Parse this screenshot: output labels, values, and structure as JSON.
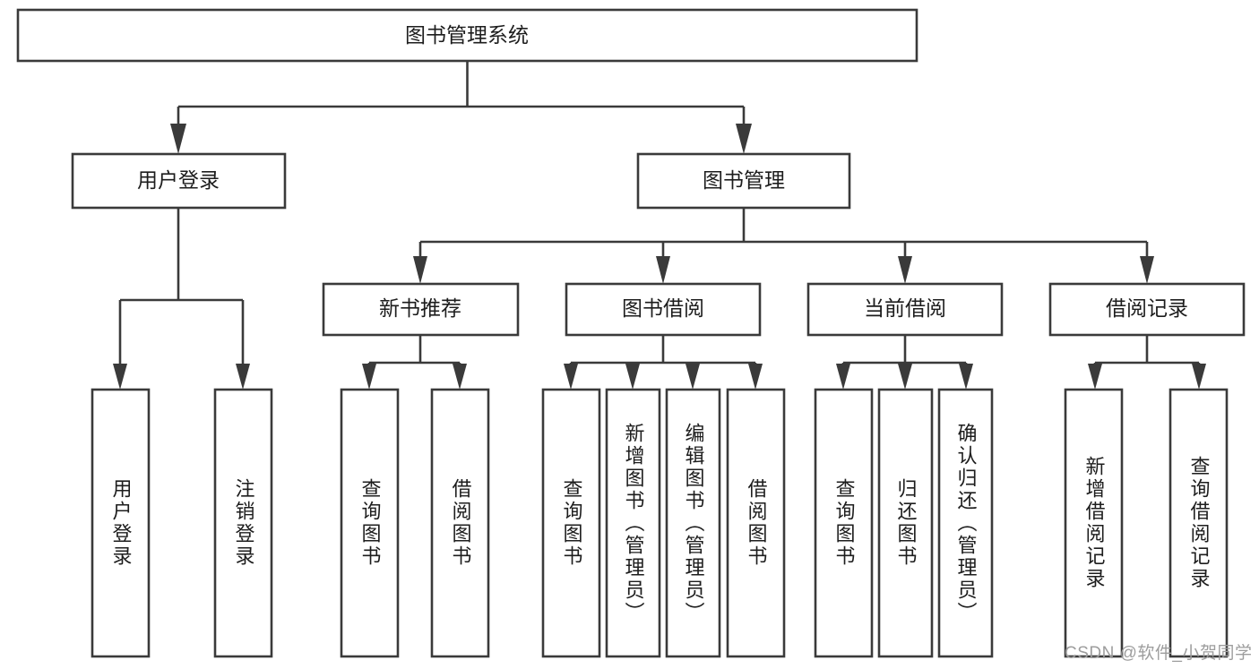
{
  "diagram": {
    "title": "图书管理系统",
    "type": "tree-hierarchy",
    "watermark": "CSDN @软件_小贺同学",
    "colors": {
      "stroke": "#3a3a3a",
      "box_fill": "#ffffff",
      "text": "#1d1d1d",
      "background": "#ffffff",
      "watermark": "#9d9d9d"
    },
    "root": {
      "label": "图书管理系统"
    },
    "level2": [
      {
        "label": "用户登录"
      },
      {
        "label": "图书管理"
      }
    ],
    "level3": [
      {
        "label": "新书推荐"
      },
      {
        "label": "图书借阅"
      },
      {
        "label": "当前借阅"
      },
      {
        "label": "借阅记录"
      }
    ],
    "leaves": {
      "user_login": [
        {
          "label": "用户登录"
        },
        {
          "label": "注销登录"
        }
      ],
      "new_book_recommend": [
        {
          "label": "查询图书"
        },
        {
          "label": "借阅图书"
        }
      ],
      "book_borrow": [
        {
          "label": "查询图书"
        },
        {
          "label": "新增图书（管理员）"
        },
        {
          "label": "编辑图书（管理员）"
        },
        {
          "label": "借阅图书"
        }
      ],
      "current_borrow": [
        {
          "label": "查询图书"
        },
        {
          "label": "归还图书"
        },
        {
          "label": "确认归还（管理员）"
        }
      ],
      "borrow_record": [
        {
          "label": "新增借阅记录"
        },
        {
          "label": "查询借阅记录"
        }
      ]
    }
  }
}
